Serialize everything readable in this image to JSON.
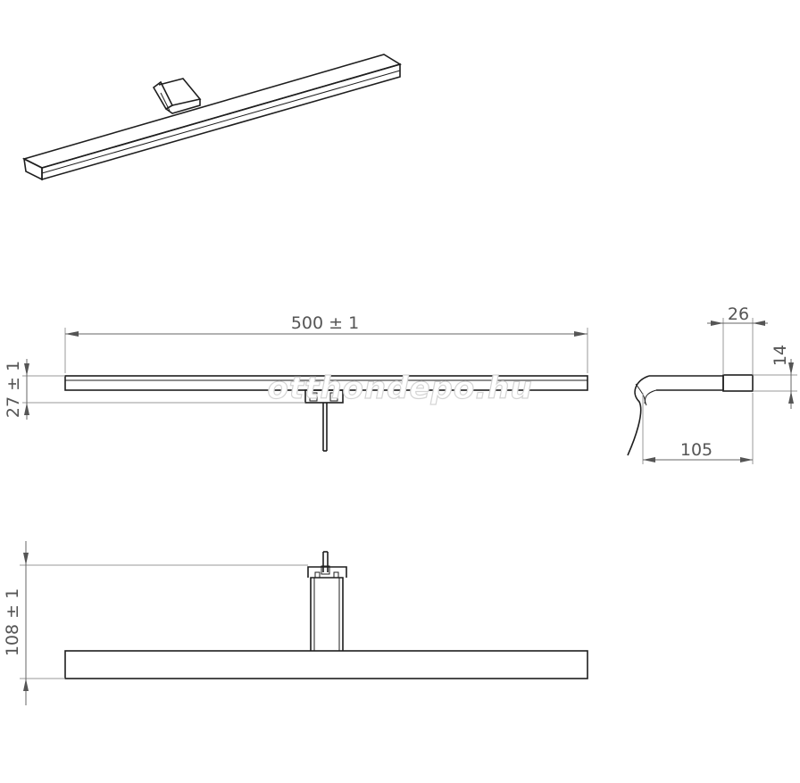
{
  "dimensions": {
    "length": "500 ± 1",
    "height_front": "27 ± 1",
    "depth_bar": "26",
    "thickness_bar": "14",
    "projection": "105",
    "height_total": "108 ± 1"
  },
  "watermark": "otthondepo.hu",
  "colors": {
    "line": "#1e1e1e",
    "dimension": "#555555",
    "watermark_outline": "#d4d4d4"
  }
}
